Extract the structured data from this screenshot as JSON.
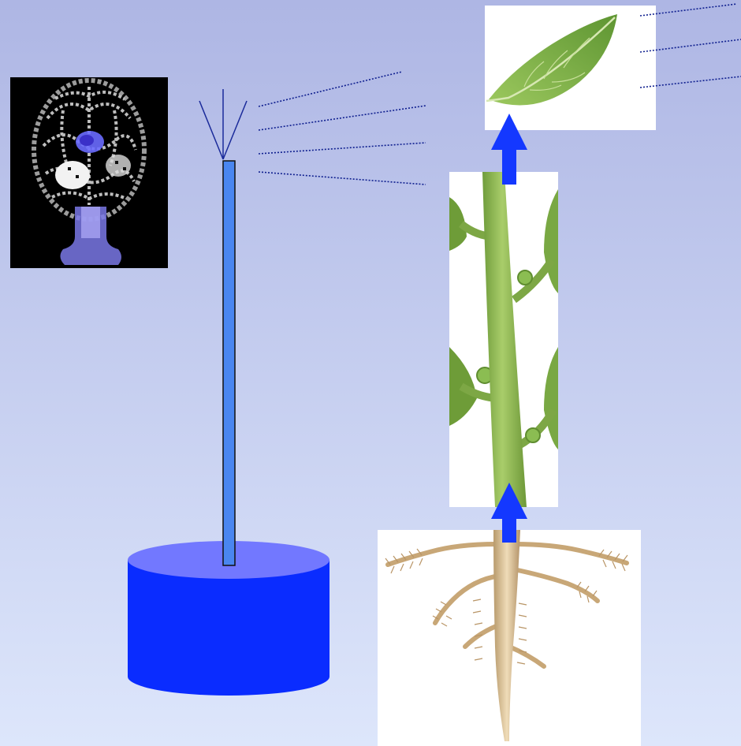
{
  "slide": {
    "background_top": "#aeb6e4",
    "background_bottom": "#dde6fb"
  },
  "brain_scan": {
    "icon": "brain-scan-image",
    "highlight_color": "#6a6cff"
  },
  "tree_model": {
    "trunk_color": "#4a86f0",
    "reservoir_color": "#0a2cff",
    "reservoir_top_color": "#7278ff",
    "branch_color": "#1a2a9a",
    "guide_line_color": "#0f1f8f"
  },
  "plant_diagram": {
    "arrow_color": "#1438ff",
    "leaf": {
      "icon": "leaf-image",
      "color": "#7cb34a"
    },
    "stem": {
      "icon": "stem-image",
      "color": "#8dbb52"
    },
    "root": {
      "icon": "root-image",
      "color": "#d9bf95"
    }
  }
}
